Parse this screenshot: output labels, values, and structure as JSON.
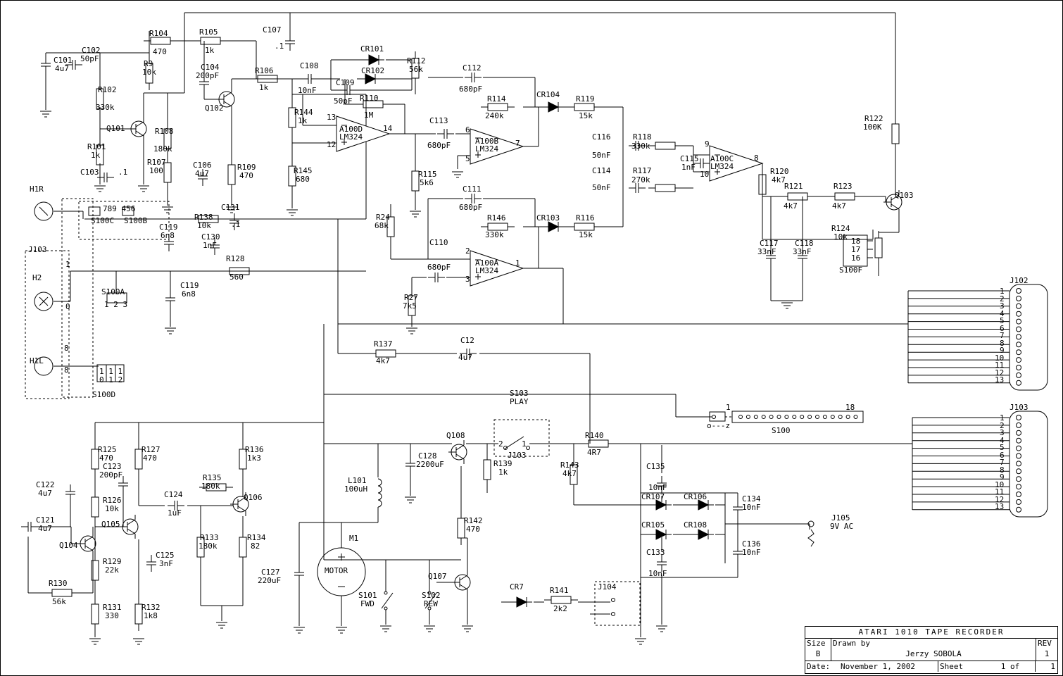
{
  "title_block": {
    "title": "ATARI 1010 TAPE RECORDER",
    "size_label": "Size",
    "size": "B",
    "drawn_by_label": "Drawn by",
    "drawn_by": "Jerzy SOBOLA",
    "rev_label": "REV",
    "rev": "1",
    "date_label": "Date:",
    "date": "November  1, 2002",
    "sheet_label": "Sheet",
    "sheet": "1 of",
    "sheet_total": "1"
  },
  "labels": [
    [
      "C101",
      76,
      80
    ],
    [
      "4u7",
      78,
      92
    ],
    [
      "C102",
      116,
      66
    ],
    [
      "50pF",
      114,
      78
    ],
    [
      "R104",
      212,
      42
    ],
    [
      "470",
      217,
      68
    ],
    [
      "R105",
      283,
      40
    ],
    [
      "1k",
      291,
      66
    ],
    [
      "C107",
      373,
      37
    ],
    [
      ".1",
      390,
      60
    ],
    [
      "R9",
      204,
      85
    ],
    [
      "10k",
      202,
      97
    ],
    [
      "C104",
      285,
      90
    ],
    [
      "200pF",
      278,
      102
    ],
    [
      "R106",
      362,
      95
    ],
    [
      "1k",
      368,
      119
    ],
    [
      "C108",
      426,
      88
    ],
    [
      "10nF",
      423,
      123
    ],
    [
      "CR101",
      512,
      64
    ],
    [
      "CR102",
      513,
      95
    ],
    [
      "C109",
      477,
      112
    ],
    [
      "50pF",
      474,
      138
    ],
    [
      "R112",
      578,
      81
    ],
    [
      "56k",
      581,
      93
    ],
    [
      "C112",
      657,
      91
    ],
    [
      "680pF",
      652,
      121
    ],
    [
      "R102",
      139,
      122
    ],
    [
      "330k",
      136,
      147
    ],
    [
      "Q102",
      291,
      148
    ],
    [
      "R110",
      511,
      134
    ],
    [
      "1M",
      517,
      158
    ],
    [
      "R114",
      692,
      135
    ],
    [
      "240k",
      689,
      159
    ],
    [
      "CR104",
      762,
      129
    ],
    [
      "R119",
      818,
      135
    ],
    [
      "15k",
      822,
      159
    ],
    [
      "Q101",
      151,
      177
    ],
    [
      "R108",
      220,
      181
    ],
    [
      "180k",
      218,
      206
    ],
    [
      "R144",
      418,
      154
    ],
    [
      "1k",
      423,
      166
    ],
    [
      "13",
      464,
      161
    ],
    [
      "A100D",
      482,
      178
    ],
    [
      "LM324",
      482,
      189
    ],
    [
      "12",
      464,
      200
    ],
    [
      "14",
      544,
      177
    ],
    [
      "C113",
      610,
      166
    ],
    [
      "680pF",
      607,
      201
    ],
    [
      "6",
      661,
      179
    ],
    [
      "A100B",
      675,
      195
    ],
    [
      "LM324",
      675,
      206
    ],
    [
      "7",
      732,
      198
    ],
    [
      "5",
      661,
      220
    ],
    [
      "C116",
      841,
      189
    ],
    [
      "50nF",
      841,
      215
    ],
    [
      "R118",
      899,
      189
    ],
    [
      "330k",
      897,
      202
    ],
    [
      "C115",
      966,
      220
    ],
    [
      "1nF",
      968,
      232
    ],
    [
      "9",
      1001,
      199
    ],
    [
      "A100C",
      1009,
      220
    ],
    [
      "LM324",
      1009,
      231
    ],
    [
      "10",
      994,
      242
    ],
    [
      "8",
      1071,
      219
    ],
    [
      "R122",
      1228,
      163
    ],
    [
      "100K",
      1226,
      175
    ],
    [
      "R101",
      124,
      203
    ],
    [
      "1k",
      129,
      215
    ],
    [
      "R107",
      209,
      225
    ],
    [
      "100",
      212,
      237
    ],
    [
      "C106",
      274,
      229
    ],
    [
      "4u7",
      277,
      241
    ],
    [
      "R109",
      337,
      232
    ],
    [
      "470",
      340,
      244
    ],
    [
      "R145",
      417,
      237
    ],
    [
      "680",
      420,
      249
    ],
    [
      "R115",
      594,
      242
    ],
    [
      "5k6",
      596,
      254
    ],
    [
      "C114",
      841,
      237
    ],
    [
      "50nF",
      841,
      261
    ],
    [
      "R117",
      899,
      237
    ],
    [
      "270k",
      897,
      250
    ],
    [
      "R120",
      1094,
      238
    ],
    [
      "4k7",
      1096,
      250
    ],
    [
      "R121",
      1114,
      259
    ],
    [
      "4k7",
      1113,
      287
    ],
    [
      "R123",
      1184,
      259
    ],
    [
      "4k7",
      1182,
      287
    ],
    [
      "Q103",
      1271,
      272
    ],
    [
      "C103",
      114,
      239
    ],
    [
      ".1",
      168,
      239
    ],
    [
      "H1R",
      42,
      263
    ],
    [
      "789 456",
      146,
      291
    ],
    [
      "S100C",
      129,
      308
    ],
    [
      "S100B",
      176,
      308
    ],
    [
      "C119",
      226,
      317
    ],
    [
      "6n8",
      228,
      329
    ],
    [
      "R138",
      276,
      303
    ],
    [
      "10k",
      280,
      315
    ],
    [
      "C131",
      314,
      289
    ],
    [
      ".1",
      328,
      313
    ],
    [
      "C130",
      286,
      331
    ],
    [
      "1nF",
      288,
      343
    ],
    [
      "R24",
      534,
      303
    ],
    [
      "68k",
      532,
      315
    ],
    [
      "C111",
      657,
      263
    ],
    [
      "680pF",
      652,
      289
    ],
    [
      "R146",
      692,
      304
    ],
    [
      "330k",
      689,
      328
    ],
    [
      "CR103",
      762,
      304
    ],
    [
      "R116",
      818,
      304
    ],
    [
      "15k",
      822,
      328
    ],
    [
      "R124",
      1181,
      319
    ],
    [
      "10k",
      1184,
      331
    ],
    [
      "C117",
      1079,
      340
    ],
    [
      "33nF",
      1076,
      352
    ],
    [
      "C118",
      1129,
      340
    ],
    [
      "33nF",
      1126,
      352
    ],
    [
      "18",
      1209,
      337
    ],
    [
      "17",
      1209,
      349
    ],
    [
      "16",
      1209,
      361
    ],
    [
      "S100F",
      1192,
      378
    ],
    [
      "J103",
      40,
      349
    ],
    [
      "R128",
      321,
      362
    ],
    [
      "560",
      326,
      388
    ],
    [
      "C110",
      610,
      339
    ],
    [
      "680pF",
      607,
      374
    ],
    [
      "2",
      661,
      351
    ],
    [
      "A100A",
      675,
      368
    ],
    [
      "LM324",
      675,
      379
    ],
    [
      "1",
      732,
      368
    ],
    [
      "3",
      661,
      391
    ],
    [
      "H2",
      46,
      389
    ],
    [
      "1",
      93,
      370
    ],
    [
      "0",
      93,
      430
    ],
    [
      "S100A",
      144,
      409
    ],
    [
      "1 2 3",
      148,
      427
    ],
    [
      "C119",
      256,
      400
    ],
    [
      "6n8",
      258,
      412
    ],
    [
      "R27",
      574,
      417
    ],
    [
      "7k5",
      572,
      429
    ],
    [
      "J102",
      1434,
      393
    ],
    [
      "H1L",
      42,
      507
    ],
    [
      "8",
      91,
      489
    ],
    [
      "8",
      91,
      520
    ],
    [
      "1 1 1",
      141,
      522
    ],
    [
      "0 1 2",
      141,
      534
    ],
    [
      "S100D",
      131,
      555
    ],
    [
      "R137",
      531,
      483
    ],
    [
      "4k7",
      534,
      507
    ],
    [
      "C12",
      654,
      478
    ],
    [
      "4u7",
      651,
      502
    ],
    [
      "J103",
      1434,
      573
    ],
    [
      "S103",
      724,
      553
    ],
    [
      "PLAY",
      724,
      565
    ],
    [
      "1",
      1031,
      573
    ],
    [
      "18",
      1201,
      573
    ],
    [
      "o---z",
      1004,
      599
    ],
    [
      "S100",
      1096,
      606
    ],
    [
      "R125",
      139,
      633
    ],
    [
      "470",
      141,
      645
    ],
    [
      "R127",
      201,
      633
    ],
    [
      "470",
      203,
      645
    ],
    [
      "C123",
      146,
      657
    ],
    [
      "200pF",
      141,
      669
    ],
    [
      "R136",
      348,
      633
    ],
    [
      "1k3",
      351,
      645
    ],
    [
      "Q108",
      634,
      613
    ],
    [
      "R140",
      831,
      613
    ],
    [
      "4R7",
      834,
      637
    ],
    [
      "2",
      708,
      625
    ],
    [
      "1",
      741,
      625
    ],
    [
      "J103",
      721,
      641
    ],
    [
      "R139",
      701,
      653
    ],
    [
      "1k",
      708,
      665
    ],
    [
      "R143",
      796,
      655
    ],
    [
      "4k7",
      799,
      667
    ],
    [
      "C122",
      51,
      683
    ],
    [
      "4u7",
      54,
      695
    ],
    [
      "R126",
      146,
      705
    ],
    [
      "10k",
      149,
      717
    ],
    [
      "R135",
      288,
      673
    ],
    [
      "180k",
      286,
      685
    ],
    [
      "C128",
      594,
      642
    ],
    [
      "2200uF",
      591,
      654
    ],
    [
      "C135",
      918,
      657
    ],
    [
      "10nF",
      921,
      687
    ],
    [
      "CR107",
      911,
      700
    ],
    [
      "CR106",
      971,
      700
    ],
    [
      "C134",
      1054,
      703
    ],
    [
      "10nF",
      1054,
      715
    ],
    [
      "C124",
      233,
      697
    ],
    [
      "1uF",
      238,
      723
    ],
    [
      "Q106",
      346,
      701
    ],
    [
      "L101",
      494,
      677
    ],
    [
      "100uH",
      489,
      689
    ],
    [
      "C121",
      51,
      733
    ],
    [
      "4u7",
      54,
      745
    ],
    [
      "Q105",
      144,
      739
    ],
    [
      "CR105",
      911,
      740
    ],
    [
      "CR108",
      971,
      740
    ],
    [
      "C136",
      1054,
      767
    ],
    [
      "10nF",
      1054,
      779
    ],
    [
      "J105",
      1181,
      730
    ],
    [
      "9V AC",
      1179,
      742
    ],
    [
      "Q104",
      84,
      769
    ],
    [
      "R133",
      284,
      758
    ],
    [
      "180k",
      282,
      770
    ],
    [
      "R134",
      351,
      758
    ],
    [
      "82",
      356,
      770
    ],
    [
      "R142",
      659,
      734
    ],
    [
      "470",
      662,
      746
    ],
    [
      "C133",
      918,
      779
    ],
    [
      "10nF",
      921,
      809
    ],
    [
      "R129",
      146,
      792
    ],
    [
      "22k",
      149,
      804
    ],
    [
      "C125",
      221,
      783
    ],
    [
      "3nF",
      226,
      795
    ],
    [
      "M1",
      496,
      759
    ],
    [
      "MOTOR",
      461,
      805
    ],
    [
      "Q107",
      608,
      813
    ],
    [
      "R130",
      69,
      823
    ],
    [
      "56k",
      74,
      849
    ],
    [
      "C127",
      371,
      807
    ],
    [
      "220uF",
      366,
      819
    ],
    [
      "S101",
      509,
      840
    ],
    [
      "FWD",
      512,
      852
    ],
    [
      "S102",
      599,
      840
    ],
    [
      "REW",
      602,
      852
    ],
    [
      "CR7",
      724,
      828
    ],
    [
      "R141",
      781,
      833
    ],
    [
      "2k2",
      786,
      859
    ],
    [
      "J104",
      849,
      828
    ],
    [
      "R131",
      146,
      857
    ],
    [
      "330",
      149,
      869
    ],
    [
      "R132",
      201,
      857
    ],
    [
      "1k8",
      204,
      869
    ],
    [
      "1",
      1420,
      408
    ],
    [
      "2",
      1420,
      419
    ],
    [
      "3",
      1420,
      429
    ],
    [
      "4",
      1420,
      440
    ],
    [
      "5",
      1420,
      450
    ],
    [
      "6",
      1420,
      461
    ],
    [
      "7",
      1420,
      471
    ],
    [
      "8",
      1420,
      482
    ],
    [
      "9",
      1420,
      492
    ],
    [
      "10",
      1413,
      503
    ],
    [
      "11",
      1413,
      513
    ],
    [
      "12",
      1413,
      524
    ],
    [
      "13",
      1413,
      534
    ],
    [
      "1",
      1420,
      588
    ],
    [
      "2",
      1420,
      599
    ],
    [
      "3",
      1420,
      609
    ],
    [
      "4",
      1420,
      620
    ],
    [
      "5",
      1420,
      630
    ],
    [
      "6",
      1420,
      641
    ],
    [
      "7",
      1420,
      651
    ],
    [
      "8",
      1420,
      662
    ],
    [
      "9",
      1420,
      672
    ],
    [
      "10",
      1413,
      683
    ],
    [
      "11",
      1413,
      693
    ],
    [
      "12",
      1413,
      704
    ],
    [
      "13",
      1413,
      714
    ]
  ]
}
